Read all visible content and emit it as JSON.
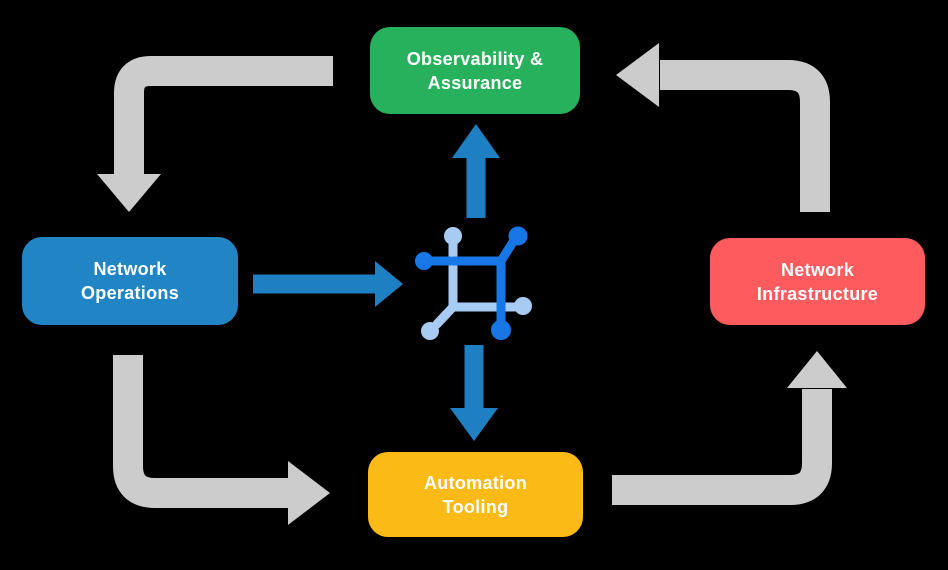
{
  "canvas": {
    "background_color": "#000000",
    "text_color": "#FFFFFF"
  },
  "diagram": {
    "nodes": [
      {
        "id": "observability-assurance",
        "line1": "Observability &",
        "line2": "Assurance",
        "color": "#28B15C"
      },
      {
        "id": "network-operations",
        "line1": "Network",
        "line2": "Operations",
        "color": "#2185C5"
      },
      {
        "id": "network-infrastructure",
        "line1": "Network",
        "line2": "Infrastructure",
        "color": "#FE5B5E"
      },
      {
        "id": "automation-tooling",
        "line1": "Automation",
        "line2": "Tooling",
        "color": "#FBBA15"
      }
    ],
    "center_icon": {
      "name": "network-mesh-icon",
      "primary_color": "#1877E6",
      "secondary_color": "#A8CBF3"
    },
    "flow_arrows": {
      "color": "#1E80C3",
      "items": [
        "network-operations to center",
        "center to observability-assurance",
        "center to automation-tooling"
      ]
    },
    "cycle_arrows": {
      "color": "#CCCCCC",
      "items": [
        "observability-assurance to network-operations",
        "network-operations to automation-tooling",
        "automation-tooling to network-infrastructure",
        "network-infrastructure to observability-assurance"
      ]
    }
  }
}
